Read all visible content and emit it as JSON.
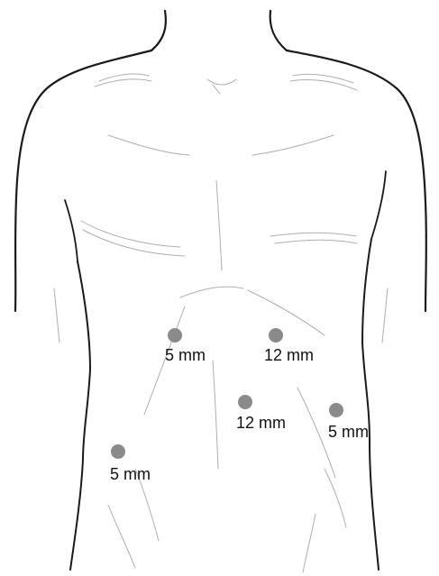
{
  "ports": [
    {
      "id": "port-upper-left",
      "label": "5 mm"
    },
    {
      "id": "port-upper-right",
      "label": "12 mm"
    },
    {
      "id": "port-umbilical",
      "label": "12 mm"
    },
    {
      "id": "port-right-flank",
      "label": "5 mm"
    },
    {
      "id": "port-lower-left",
      "label": "5 mm"
    }
  ],
  "colors": {
    "port_dot": "#8a8a8a",
    "outline": "#1a1a1a",
    "shading": "#9a9a9a"
  }
}
